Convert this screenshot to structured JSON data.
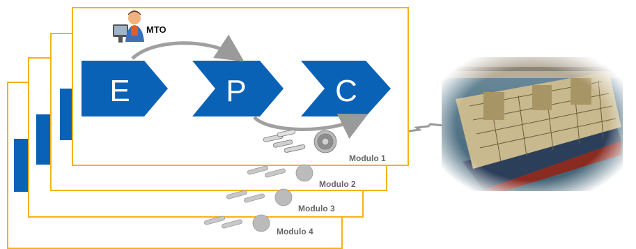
{
  "mto_label": "MTO",
  "phases": [
    {
      "letter": "E"
    },
    {
      "letter": "P"
    },
    {
      "letter": "C"
    }
  ],
  "modules": [
    {
      "label": "Modulo 1"
    },
    {
      "label": "Modulo 2"
    },
    {
      "label": "Modulo 3"
    },
    {
      "label": "Modulo 4"
    }
  ],
  "colors": {
    "chevron": "#0a62b6",
    "card_border": "#f5b21a",
    "arrow": "#9a9a9a",
    "module_label": "#666666"
  },
  "icons": [
    "engineer-at-computer-icon",
    "pipes-and-cable-reel-icon",
    "fpso-vessel-photo"
  ]
}
